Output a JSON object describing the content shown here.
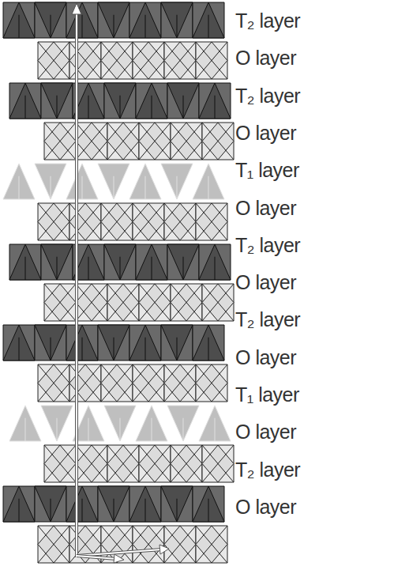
{
  "diagram": {
    "labels": [
      "T₂ layer",
      "O layer",
      "T₂ layer",
      "O layer",
      "T₁ layer",
      "O layer",
      "T₂ layer",
      "O layer",
      "T₂ layer",
      "O layer",
      "T₁ layer",
      "O layer",
      "T₂ layer",
      "O layer"
    ]
  }
}
